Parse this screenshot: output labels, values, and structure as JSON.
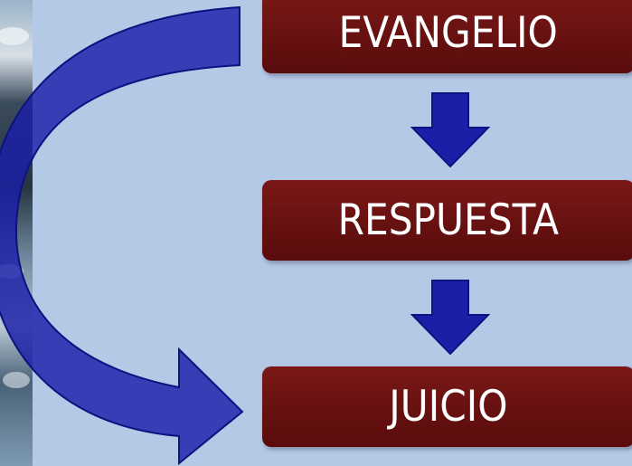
{
  "diagram": {
    "steps": [
      {
        "label": "EVANGELIO"
      },
      {
        "label": "RESPUESTA"
      },
      {
        "label": "JUICIO"
      }
    ],
    "colors": {
      "background": "#b4c9e6",
      "box": "#6b1212",
      "box_text": "#ffffff",
      "arrow": "#1b1fa8",
      "arrow_outline": "#0d1280"
    }
  }
}
